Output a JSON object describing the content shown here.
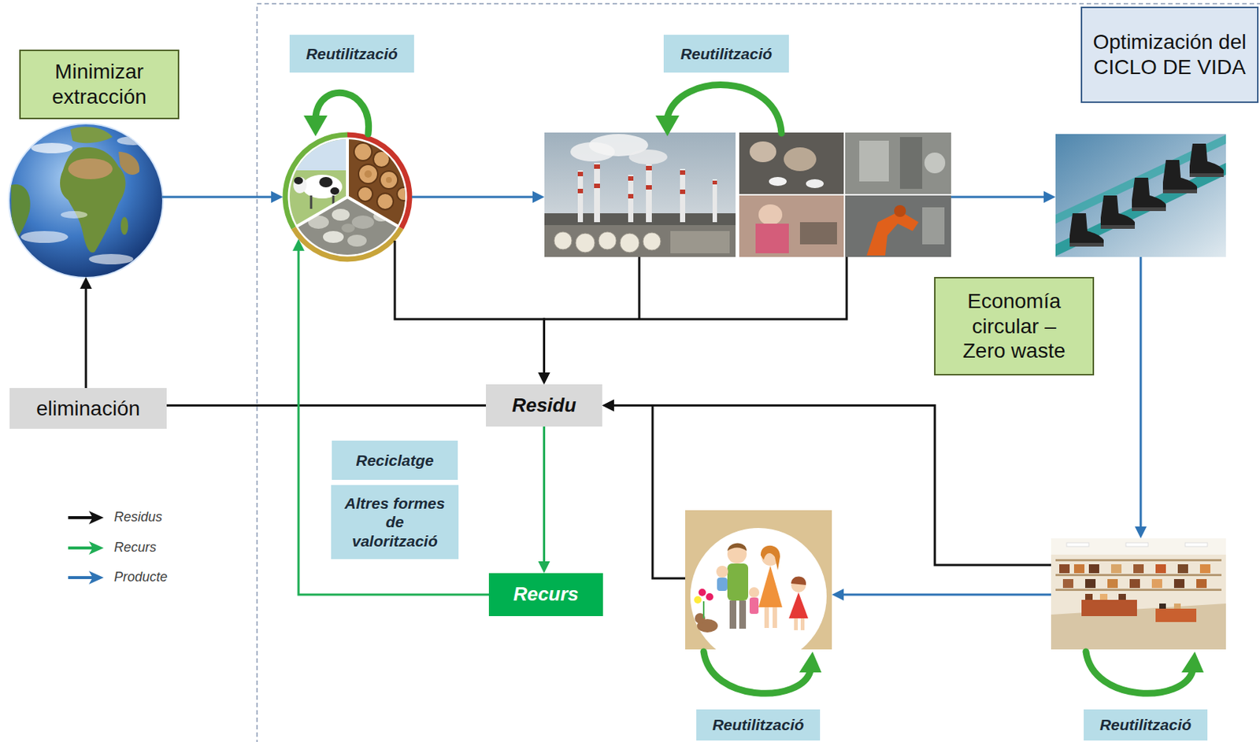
{
  "diagram": {
    "nodes": [
      {
        "text": [
          "Minimizar extracción"
        ]
      },
      {
        "text": [
          "Reutilització"
        ]
      },
      {
        "text": [
          "Reutilització"
        ]
      },
      {
        "text": [
          "Optimización del CICLO DE VIDA"
        ]
      },
      {
        "text": []
      },
      {
        "text": []
      },
      {
        "text": []
      },
      {
        "text": []
      },
      {
        "text": [
          "Economía circular – Zero waste"
        ]
      },
      {
        "text": [
          "eliminación"
        ]
      },
      {
        "text": [
          "Residu"
        ]
      },
      {
        "text": [
          "Reciclatge"
        ]
      },
      {
        "text": [
          "Altres formes de valorització"
        ]
      },
      {
        "text": [
          "Recurs"
        ]
      },
      {
        "text": []
      },
      {
        "text": []
      },
      {
        "text": [
          "Reutilització"
        ]
      },
      {
        "text": [
          "Reutilització"
        ]
      }
    ],
    "edges": [
      {
        "from": 4,
        "to": 5,
        "arrow": "to"
      },
      {
        "from": 5,
        "to": 6,
        "arrow": "to"
      },
      {
        "from": 6,
        "to": 7,
        "arrow": "to"
      },
      {
        "from": 7,
        "to": 15,
        "arrow": "to"
      },
      {
        "from": 15,
        "to": 14,
        "arrow": "to"
      },
      {
        "from": 5,
        "to": 10,
        "arrow": "to"
      },
      {
        "from": 6,
        "to": 10,
        "arrow": "to"
      },
      {
        "from": 14,
        "to": 10,
        "arrow": "to"
      },
      {
        "from": 15,
        "to": 10,
        "arrow": "to"
      },
      {
        "from": 10,
        "to": 9,
        "arrow": "none"
      },
      {
        "from": 9,
        "to": 4,
        "arrow": "to"
      },
      {
        "from": 10,
        "to": 13,
        "arrow": "to"
      },
      {
        "from": 13,
        "to": 5,
        "arrow": "to"
      }
    ],
    "legend": [
      {
        "text": "Residus",
        "color": "#111111"
      },
      {
        "text": "Recurs",
        "color": "#1fae55"
      },
      {
        "text": "Producte",
        "color": "#2f74b5"
      }
    ]
  }
}
